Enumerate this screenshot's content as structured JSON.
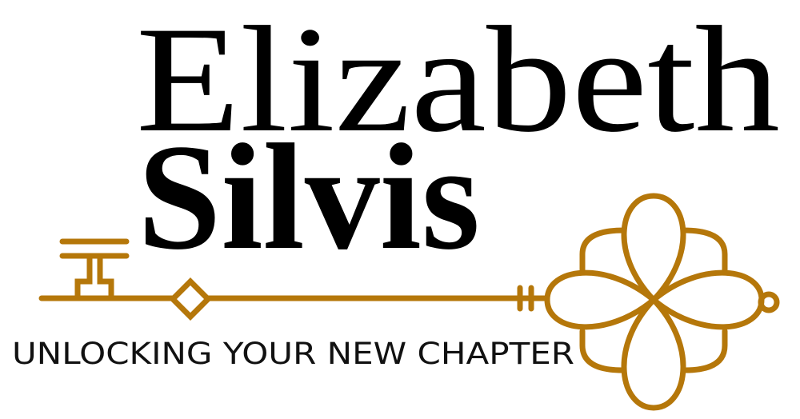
{
  "logo": {
    "first_name": "Elizabeth",
    "last_name": "Silvis",
    "tagline": "UNLOCKING YOUR NEW CHAPTER",
    "key_icon": "ornate-key-icon",
    "colors": {
      "gold": "#b5770a",
      "text": "#000000"
    }
  }
}
